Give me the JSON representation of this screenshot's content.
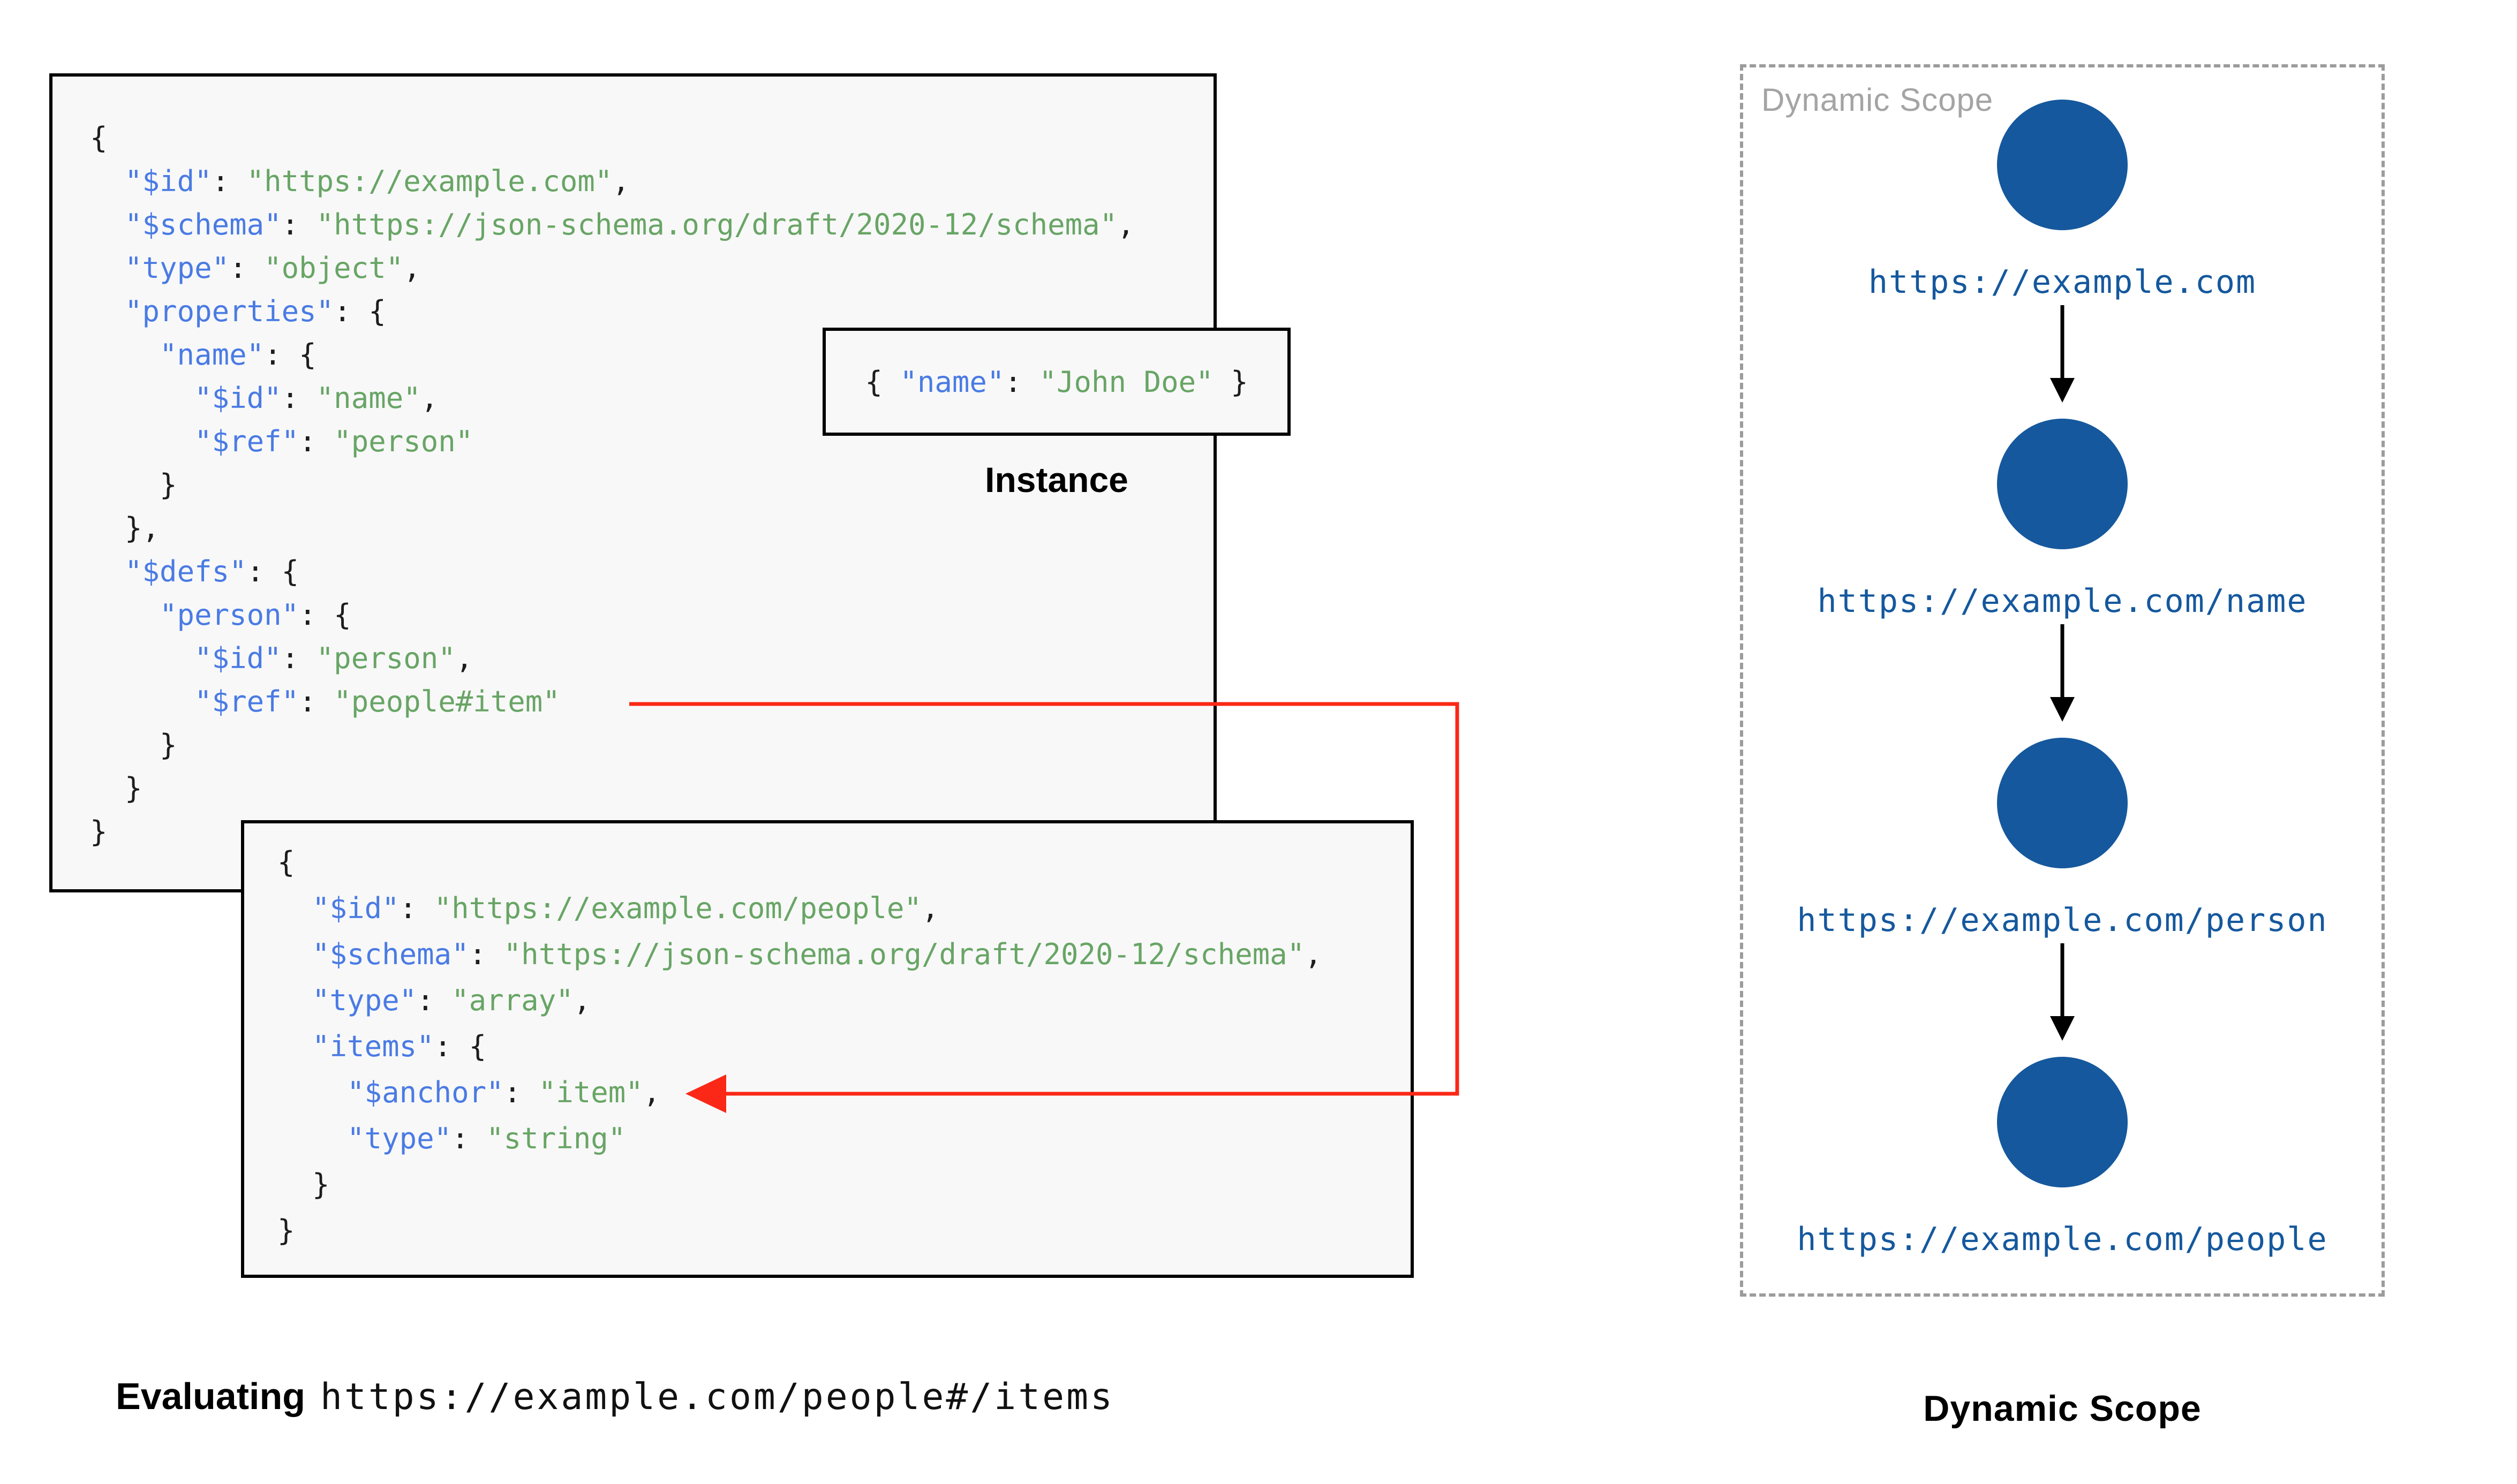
{
  "colors": {
    "panel_background": "#f8f8f8",
    "panel_border": "#000000",
    "key_blue": "#4a7be4",
    "string_green": "#68a565",
    "punctuation": "#1d1d1d",
    "node_blue": "#15589d",
    "dashed_border_gray": "#9c9c9c",
    "scope_title_gray": "#a4a4a4",
    "ref_arrow_red": "#fb2817"
  },
  "panel1": {
    "lines": [
      [
        [
          "p",
          "{"
        ]
      ],
      [
        [
          "p",
          "  "
        ],
        [
          "k",
          "\"$id\""
        ],
        [
          "p",
          ": "
        ],
        [
          "s",
          "\"https://example.com\""
        ],
        [
          "p",
          ","
        ]
      ],
      [
        [
          "p",
          "  "
        ],
        [
          "k",
          "\"$schema\""
        ],
        [
          "p",
          ": "
        ],
        [
          "s",
          "\"https://json-schema.org/draft/2020-12/schema\""
        ],
        [
          "p",
          ","
        ]
      ],
      [
        [
          "p",
          "  "
        ],
        [
          "k",
          "\"type\""
        ],
        [
          "p",
          ": "
        ],
        [
          "s",
          "\"object\""
        ],
        [
          "p",
          ","
        ]
      ],
      [
        [
          "p",
          "  "
        ],
        [
          "k",
          "\"properties\""
        ],
        [
          "p",
          ": {"
        ]
      ],
      [
        [
          "p",
          "    "
        ],
        [
          "k",
          "\"name\""
        ],
        [
          "p",
          ": {"
        ]
      ],
      [
        [
          "p",
          "      "
        ],
        [
          "k",
          "\"$id\""
        ],
        [
          "p",
          ": "
        ],
        [
          "s",
          "\"name\""
        ],
        [
          "p",
          ","
        ]
      ],
      [
        [
          "p",
          "      "
        ],
        [
          "k",
          "\"$ref\""
        ],
        [
          "p",
          ": "
        ],
        [
          "s",
          "\"person\""
        ]
      ],
      [
        [
          "p",
          "    }"
        ]
      ],
      [
        [
          "p",
          "  },"
        ]
      ],
      [
        [
          "p",
          "  "
        ],
        [
          "k",
          "\"$defs\""
        ],
        [
          "p",
          ": {"
        ]
      ],
      [
        [
          "p",
          "    "
        ],
        [
          "k",
          "\"person\""
        ],
        [
          "p",
          ": {"
        ]
      ],
      [
        [
          "p",
          "      "
        ],
        [
          "k",
          "\"$id\""
        ],
        [
          "p",
          ": "
        ],
        [
          "s",
          "\"person\""
        ],
        [
          "p",
          ","
        ]
      ],
      [
        [
          "p",
          "      "
        ],
        [
          "k",
          "\"$ref\""
        ],
        [
          "p",
          ": "
        ],
        [
          "s",
          "\"people#item\""
        ]
      ],
      [
        [
          "p",
          "    }"
        ]
      ],
      [
        [
          "p",
          "  }"
        ]
      ],
      [
        [
          "p",
          "}"
        ]
      ]
    ]
  },
  "panel2": {
    "lines": [
      [
        [
          "p",
          "{"
        ]
      ],
      [
        [
          "p",
          "  "
        ],
        [
          "k",
          "\"$id\""
        ],
        [
          "p",
          ": "
        ],
        [
          "s",
          "\"https://example.com/people\""
        ],
        [
          "p",
          ","
        ]
      ],
      [
        [
          "p",
          "  "
        ],
        [
          "k",
          "\"$schema\""
        ],
        [
          "p",
          ": "
        ],
        [
          "s",
          "\"https://json-schema.org/draft/2020-12/schema\""
        ],
        [
          "p",
          ","
        ]
      ],
      [
        [
          "p",
          "  "
        ],
        [
          "k",
          "\"type\""
        ],
        [
          "p",
          ": "
        ],
        [
          "s",
          "\"array\""
        ],
        [
          "p",
          ","
        ]
      ],
      [
        [
          "p",
          "  "
        ],
        [
          "k",
          "\"items\""
        ],
        [
          "p",
          ": {"
        ]
      ],
      [
        [
          "p",
          "    "
        ],
        [
          "k",
          "\"$anchor\""
        ],
        [
          "p",
          ": "
        ],
        [
          "s",
          "\"item\""
        ],
        [
          "p",
          ","
        ]
      ],
      [
        [
          "p",
          "    "
        ],
        [
          "k",
          "\"type\""
        ],
        [
          "p",
          ": "
        ],
        [
          "s",
          "\"string\""
        ]
      ],
      [
        [
          "p",
          "  }"
        ]
      ],
      [
        [
          "p",
          "}"
        ]
      ]
    ]
  },
  "instance": {
    "code": [
      [
        [
          "p",
          "{ "
        ],
        [
          "k",
          "\"name\""
        ],
        [
          "p",
          ": "
        ],
        [
          "s",
          "\"John Doe\""
        ],
        [
          "p",
          " }"
        ]
      ]
    ],
    "label": "Instance"
  },
  "scope": {
    "title": "Dynamic Scope",
    "nodes": [
      "https://example.com",
      "https://example.com/name",
      "https://example.com/person",
      "https://example.com/people"
    ],
    "caption": "Dynamic Scope"
  },
  "footer": {
    "evaluating": "Evaluating",
    "uri": "https://example.com/people#/items"
  }
}
